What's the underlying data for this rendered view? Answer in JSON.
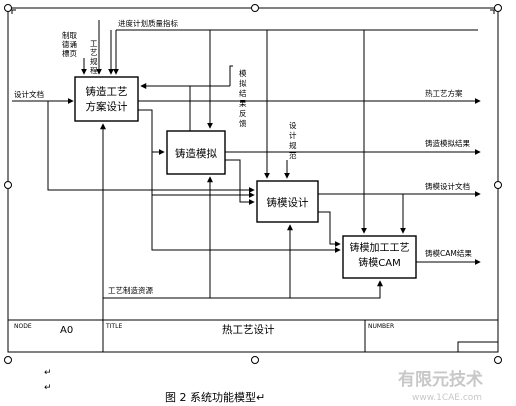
{
  "boxes": [
    {
      "id": "A1",
      "lines": [
        "铸造工艺",
        "方案设计"
      ]
    },
    {
      "id": "A2",
      "lines": [
        "铸造模拟"
      ]
    },
    {
      "id": "A3",
      "lines": [
        "铸模设计"
      ]
    },
    {
      "id": "A4",
      "lines": [
        "铸模加工工艺",
        "铸模CAM"
      ]
    }
  ],
  "inputs": {
    "design_doc": "设计文档"
  },
  "controls": {
    "standards": [
      "制取",
      "德诵",
      "標页"
    ],
    "process_spec": [
      "工",
      "艺",
      "规",
      "程"
    ],
    "schedule": "进度计划质量指标",
    "sim_feedback": [
      "模",
      "拟",
      "结",
      "果",
      "反",
      "馈"
    ],
    "design_spec": [
      "设",
      "计",
      "规",
      "范"
    ]
  },
  "outputs": {
    "process_plan": "热工艺方案",
    "sim_result": "铸造模拟结果",
    "design_doc": "铸模设计文档",
    "cam_result": "铸模CAM结果"
  },
  "mechanism": "工艺制造资源",
  "footer": {
    "node_label": "NODE",
    "node_value": "A0",
    "title_label": "TITLE",
    "title_value": "热工艺设计",
    "number_label": "NUMBER"
  },
  "marks": [
    "↵",
    "↵"
  ],
  "caption": "图 2 系统功能模型↵",
  "watermark": {
    "main": "有限元技术",
    "url": "www.1CAE.com"
  }
}
